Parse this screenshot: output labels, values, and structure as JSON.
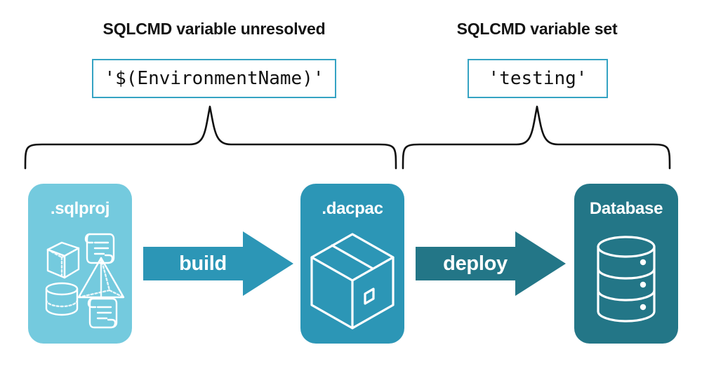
{
  "diagram": {
    "title_unresolved": "SQLCMD variable unresolved",
    "title_set": "SQLCMD variable set",
    "code_unresolved": "'$(EnvironmentName)'",
    "code_set": "'testing'",
    "stages": [
      {
        "id": "sqlproj",
        "label": ".sqlproj",
        "fill": "#74CADE",
        "icons": [
          "cube-icon",
          "script-scroll-icon",
          "pyramid-icon",
          "cylinder-icon",
          "script-scroll-icon"
        ]
      },
      {
        "id": "dacpac",
        "label": ".dacpac",
        "fill": "#2C96B6",
        "icons": [
          "package-box-icon"
        ]
      },
      {
        "id": "database",
        "label": "Database",
        "fill": "#237687",
        "icons": [
          "database-cylinder-icon"
        ]
      }
    ],
    "arrows": [
      {
        "id": "build",
        "label": "build",
        "fill": "#2C96B6"
      },
      {
        "id": "deploy",
        "label": "deploy",
        "fill": "#237687"
      }
    ],
    "colors": {
      "code_border": "#35A3C3",
      "heading_text": "#141414",
      "brace_stroke": "#111111",
      "background": "#FFFFFF"
    }
  }
}
